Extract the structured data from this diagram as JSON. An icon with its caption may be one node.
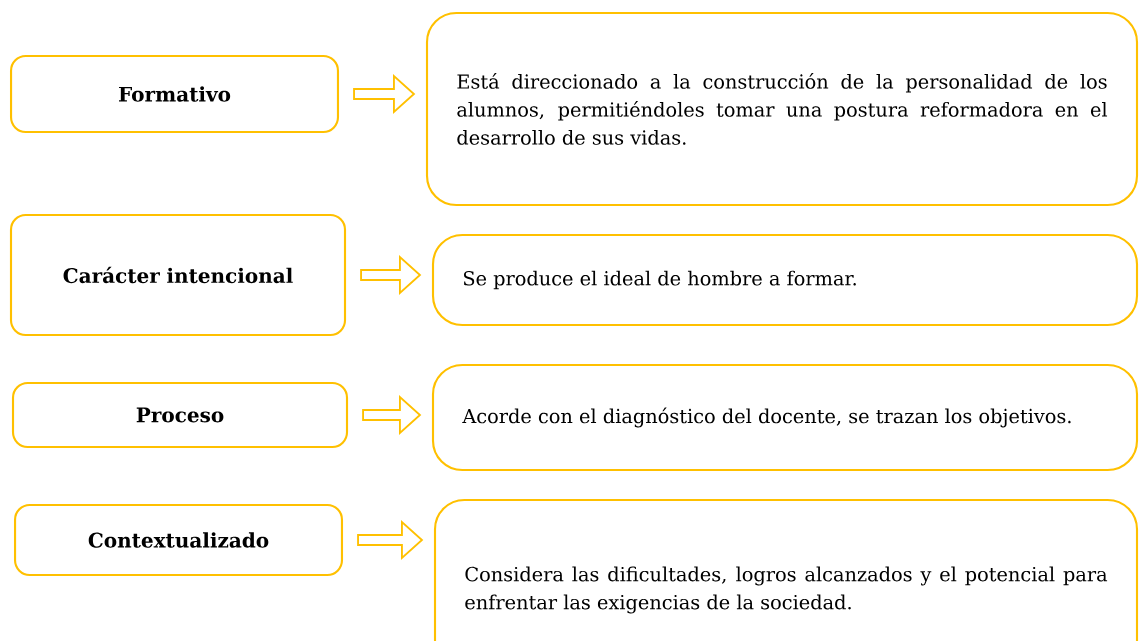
{
  "diagram": {
    "nodes": [
      {
        "text": [
          "Formativo"
        ]
      },
      {
        "text": [
          "Está direccionado a la construcción de la personalidad de los alumnos, permitiéndoles tomar una postura reformadora en el desarrollo de sus vidas."
        ]
      },
      {
        "text": [
          "Carácter intencional"
        ]
      },
      {
        "text": [
          "Se produce el ideal de hombre a formar."
        ]
      },
      {
        "text": [
          "Proceso"
        ]
      },
      {
        "text": [
          "Acorde con el diagnóstico del docente, se trazan los objetivos."
        ]
      },
      {
        "text": [
          "Contextualizado"
        ]
      },
      {
        "text": [
          "Considera las dificultades, logros alcanzados y el potencial para enfrentar las exigencias de la sociedad."
        ]
      }
    ],
    "edges": [
      {
        "from": 0,
        "to": 1,
        "arrow": "to"
      },
      {
        "from": 2,
        "to": 3,
        "arrow": "to"
      },
      {
        "from": 4,
        "to": 5,
        "arrow": "to"
      },
      {
        "from": 6,
        "to": 7,
        "arrow": "to"
      }
    ]
  }
}
